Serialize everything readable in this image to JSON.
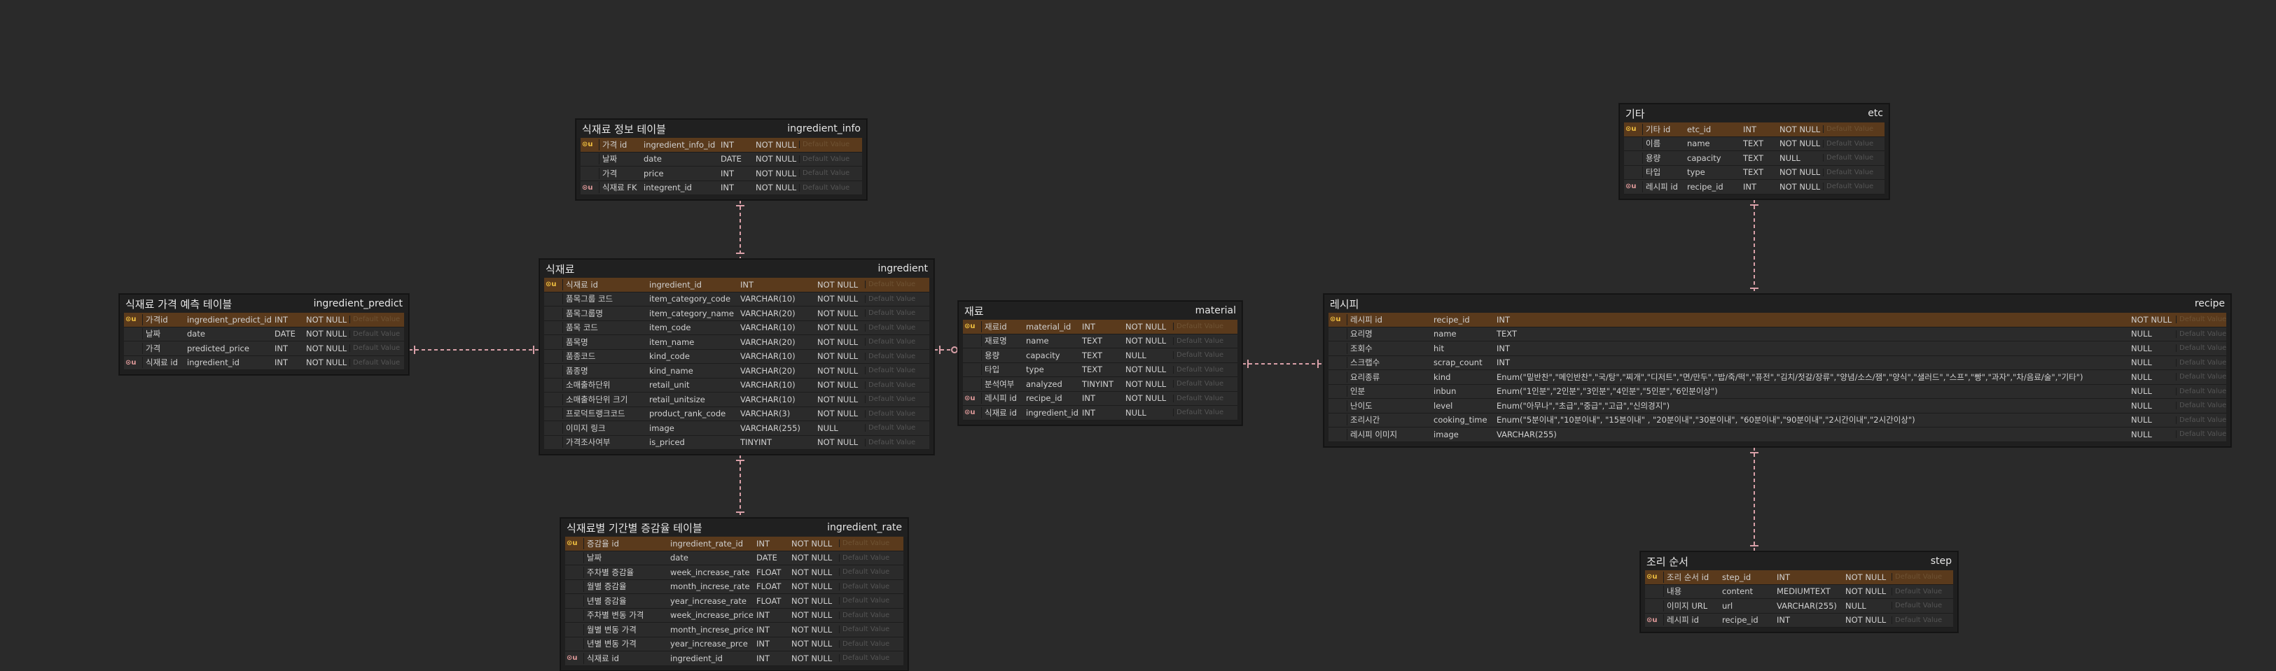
{
  "colors": {
    "background": "#2a2a2a",
    "table_bg": "#1f1f1f",
    "row_bg": "#2b2b2b",
    "pk_row_bg": "#5a3a1c",
    "pk_badge": "#f0c040",
    "fk_badge": "#e09a9a",
    "connector": "#d9a0a8"
  },
  "default_placeholder": "Default Value",
  "tables": [
    {
      "id": "ingredient_info",
      "logical": "식재료 정보 테이블",
      "physical": "ingredient_info",
      "rows": [
        {
          "badge": "PK",
          "logical": "가격 id",
          "physical": "ingredient_info_id",
          "type": "INT",
          "null": "NOT NULL"
        },
        {
          "badge": "",
          "logical": "날짜",
          "physical": "date",
          "type": "DATE",
          "null": "NOT NULL"
        },
        {
          "badge": "",
          "logical": "가격",
          "physical": "price",
          "type": "INT",
          "null": "NOT NULL"
        },
        {
          "badge": "FK",
          "logical": "식재료 FK",
          "physical": "integrent_id",
          "type": "INT",
          "null": "NOT NULL"
        }
      ]
    },
    {
      "id": "ingredient",
      "logical": "식재료",
      "physical": "ingredient",
      "rows": [
        {
          "badge": "PK",
          "logical": "식재료 id",
          "physical": "ingredient_id",
          "type": "INT",
          "null": "NOT NULL"
        },
        {
          "badge": "",
          "logical": "품목그룹 코드",
          "physical": "item_category_code",
          "type": "VARCHAR(10)",
          "null": "NOT NULL"
        },
        {
          "badge": "",
          "logical": "품목그룹명",
          "physical": "item_category_name",
          "type": "VARCHAR(20)",
          "null": "NOT NULL"
        },
        {
          "badge": "",
          "logical": "품목 코드",
          "physical": "item_code",
          "type": "VARCHAR(10)",
          "null": "NOT NULL"
        },
        {
          "badge": "",
          "logical": "품목명",
          "physical": "item_name",
          "type": "VARCHAR(20)",
          "null": "NOT NULL"
        },
        {
          "badge": "",
          "logical": "품종코드",
          "physical": "kind_code",
          "type": "VARCHAR(10)",
          "null": "NOT NULL"
        },
        {
          "badge": "",
          "logical": "품종명",
          "physical": "kind_name",
          "type": "VARCHAR(20)",
          "null": "NOT NULL"
        },
        {
          "badge": "",
          "logical": "소매출하단위",
          "physical": "retail_unit",
          "type": "VARCHAR(10)",
          "null": "NOT NULL"
        },
        {
          "badge": "",
          "logical": "소매출하단위 크기",
          "physical": "retail_unitsize",
          "type": "VARCHAR(10)",
          "null": "NOT NULL"
        },
        {
          "badge": "",
          "logical": "프로덕트랭크코드",
          "physical": "product_rank_code",
          "type": "VARCHAR(3)",
          "null": "NOT NULL"
        },
        {
          "badge": "",
          "logical": "이미지 링크",
          "physical": "image",
          "type": "VARCHAR(255)",
          "null": "NULL"
        },
        {
          "badge": "",
          "logical": "가격조사여부",
          "physical": "is_priced",
          "type": "TINYINT",
          "null": "NOT NULL"
        }
      ]
    },
    {
      "id": "ingredient_predict",
      "logical": "식재료 가격 예측 테이블",
      "physical": "ingredient_predict",
      "rows": [
        {
          "badge": "PK",
          "logical": "가격id",
          "physical": "ingredient_predict_id",
          "type": "INT",
          "null": "NOT NULL"
        },
        {
          "badge": "",
          "logical": "날짜",
          "physical": "date",
          "type": "DATE",
          "null": "NOT NULL"
        },
        {
          "badge": "",
          "logical": "가격",
          "physical": "predicted_price",
          "type": "INT",
          "null": "NOT NULL"
        },
        {
          "badge": "FK",
          "logical": "식재료 id",
          "physical": "ingredient_id",
          "type": "INT",
          "null": "NOT NULL"
        }
      ]
    },
    {
      "id": "ingredient_rate",
      "logical": "식재료별 기간별 증감율 테이블",
      "physical": "ingredient_rate",
      "rows": [
        {
          "badge": "PK",
          "logical": "증감율 id",
          "physical": "ingredient_rate_id",
          "type": "INT",
          "null": "NOT NULL"
        },
        {
          "badge": "",
          "logical": "날짜",
          "physical": "date",
          "type": "DATE",
          "null": "NOT NULL"
        },
        {
          "badge": "",
          "logical": "주차별 증감율",
          "physical": "week_increase_rate",
          "type": "FLOAT",
          "null": "NOT NULL"
        },
        {
          "badge": "",
          "logical": "월별 증감율",
          "physical": "month_increse_rate",
          "type": "FLOAT",
          "null": "NOT NULL"
        },
        {
          "badge": "",
          "logical": "년별 증감율",
          "physical": "year_increase_rate",
          "type": "FLOAT",
          "null": "NOT NULL"
        },
        {
          "badge": "",
          "logical": "주차별 변동 가격",
          "physical": "week_increase_price",
          "type": "INT",
          "null": "NOT NULL"
        },
        {
          "badge": "",
          "logical": "월별 변동 가격",
          "physical": "month_increse_price",
          "type": "INT",
          "null": "NOT NULL"
        },
        {
          "badge": "",
          "logical": "년별 변동 가격",
          "physical": "year_increase_prce",
          "type": "INT",
          "null": "NOT NULL"
        },
        {
          "badge": "FK",
          "logical": "식재료 id",
          "physical": "ingredient_id",
          "type": "INT",
          "null": "NOT NULL"
        }
      ]
    },
    {
      "id": "material",
      "logical": "재료",
      "physical": "material",
      "rows": [
        {
          "badge": "PK",
          "logical": "재료id",
          "physical": "material_id",
          "type": "INT",
          "null": "NOT NULL"
        },
        {
          "badge": "",
          "logical": "재료명",
          "physical": "name",
          "type": "TEXT",
          "null": "NOT NULL"
        },
        {
          "badge": "",
          "logical": "용량",
          "physical": "capacity",
          "type": "TEXT",
          "null": "NULL"
        },
        {
          "badge": "",
          "logical": "타입",
          "physical": "type",
          "type": "TEXT",
          "null": "NOT NULL"
        },
        {
          "badge": "",
          "logical": "분석여부",
          "physical": "analyzed",
          "type": "TINYINT",
          "null": "NOT NULL"
        },
        {
          "badge": "FK",
          "logical": "레시피 id",
          "physical": "recipe_id",
          "type": "INT",
          "null": "NOT NULL"
        },
        {
          "badge": "FK",
          "logical": "식재료 id",
          "physical": "ingredient_id",
          "type": "INT",
          "null": "NULL"
        }
      ]
    },
    {
      "id": "etc",
      "logical": "기타",
      "physical": "etc",
      "rows": [
        {
          "badge": "PK",
          "logical": "기타 id",
          "physical": "etc_id",
          "type": "INT",
          "null": "NOT NULL"
        },
        {
          "badge": "",
          "logical": "이름",
          "physical": "name",
          "type": "TEXT",
          "null": "NOT NULL"
        },
        {
          "badge": "",
          "logical": "용량",
          "physical": "capacity",
          "type": "TEXT",
          "null": "NULL"
        },
        {
          "badge": "",
          "logical": "타입",
          "physical": "type",
          "type": "TEXT",
          "null": "NOT NULL"
        },
        {
          "badge": "FK",
          "logical": "레시피 id",
          "physical": "recipe_id",
          "type": "INT",
          "null": "NOT NULL"
        }
      ]
    },
    {
      "id": "recipe",
      "logical": "레시피",
      "physical": "recipe",
      "rows": [
        {
          "badge": "PK",
          "logical": "레시피 id",
          "physical": "recipe_id",
          "type": "INT",
          "null": "NOT NULL"
        },
        {
          "badge": "",
          "logical": "요리명",
          "physical": "name",
          "type": "TEXT",
          "null": "NULL"
        },
        {
          "badge": "",
          "logical": "조회수",
          "physical": "hit",
          "type": "INT",
          "null": "NULL"
        },
        {
          "badge": "",
          "logical": "스크랩수",
          "physical": "scrap_count",
          "type": "INT",
          "null": "NULL"
        },
        {
          "badge": "",
          "logical": "요리종류",
          "physical": "kind",
          "type": "Enum(\"밑반찬\",\"메인반찬\",\"국/탕\",\"찌개\",\"디저트\",\"면/만두\",\"밥/죽/떡\",\"퓨전\",\"김치/젓갈/장류\",\"양념/소스/잼\",\"양식\",\"샐러드\",\"스프\",\"빵\",\"과자\",\"차/음료/술\",\"기타\")",
          "null": "NULL"
        },
        {
          "badge": "",
          "logical": "인분",
          "physical": "inbun",
          "type": "Enum(\"1인분\",\"2인분\",\"3인분\",\"4인분\",\"5인분\",\"6인분이상\")",
          "null": "NULL"
        },
        {
          "badge": "",
          "logical": "난이도",
          "physical": "level",
          "type": "Enum(\"아무나\",\"초급\",\"중급\",\"고급\",\"신의경지\")",
          "null": "NULL"
        },
        {
          "badge": "",
          "logical": "조리시간",
          "physical": "cooking_time",
          "type": "Enum(\"5분이내\",\"10분이내\", \"15분이내\" , \"20분이내\",\"30분이내\", \"60분이내\",\"90분이내\",\"2시간이내\",\"2시간이상\")",
          "null": "NULL"
        },
        {
          "badge": "",
          "logical": "레시피 이미지",
          "physical": "image",
          "type": "VARCHAR(255)",
          "null": "NULL"
        }
      ]
    },
    {
      "id": "step",
      "logical": "조리 순서",
      "physical": "step",
      "rows": [
        {
          "badge": "PK",
          "logical": "조리 순서 id",
          "physical": "step_id",
          "type": "INT",
          "null": "NOT NULL"
        },
        {
          "badge": "",
          "logical": "내용",
          "physical": "content",
          "type": "MEDIUMTEXT",
          "null": "NOT NULL"
        },
        {
          "badge": "",
          "logical": "이미지 URL",
          "physical": "url",
          "type": "VARCHAR(255)",
          "null": "NULL"
        },
        {
          "badge": "FK",
          "logical": "레시피 id",
          "physical": "recipe_id",
          "type": "INT",
          "null": "NOT NULL"
        }
      ]
    }
  ]
}
